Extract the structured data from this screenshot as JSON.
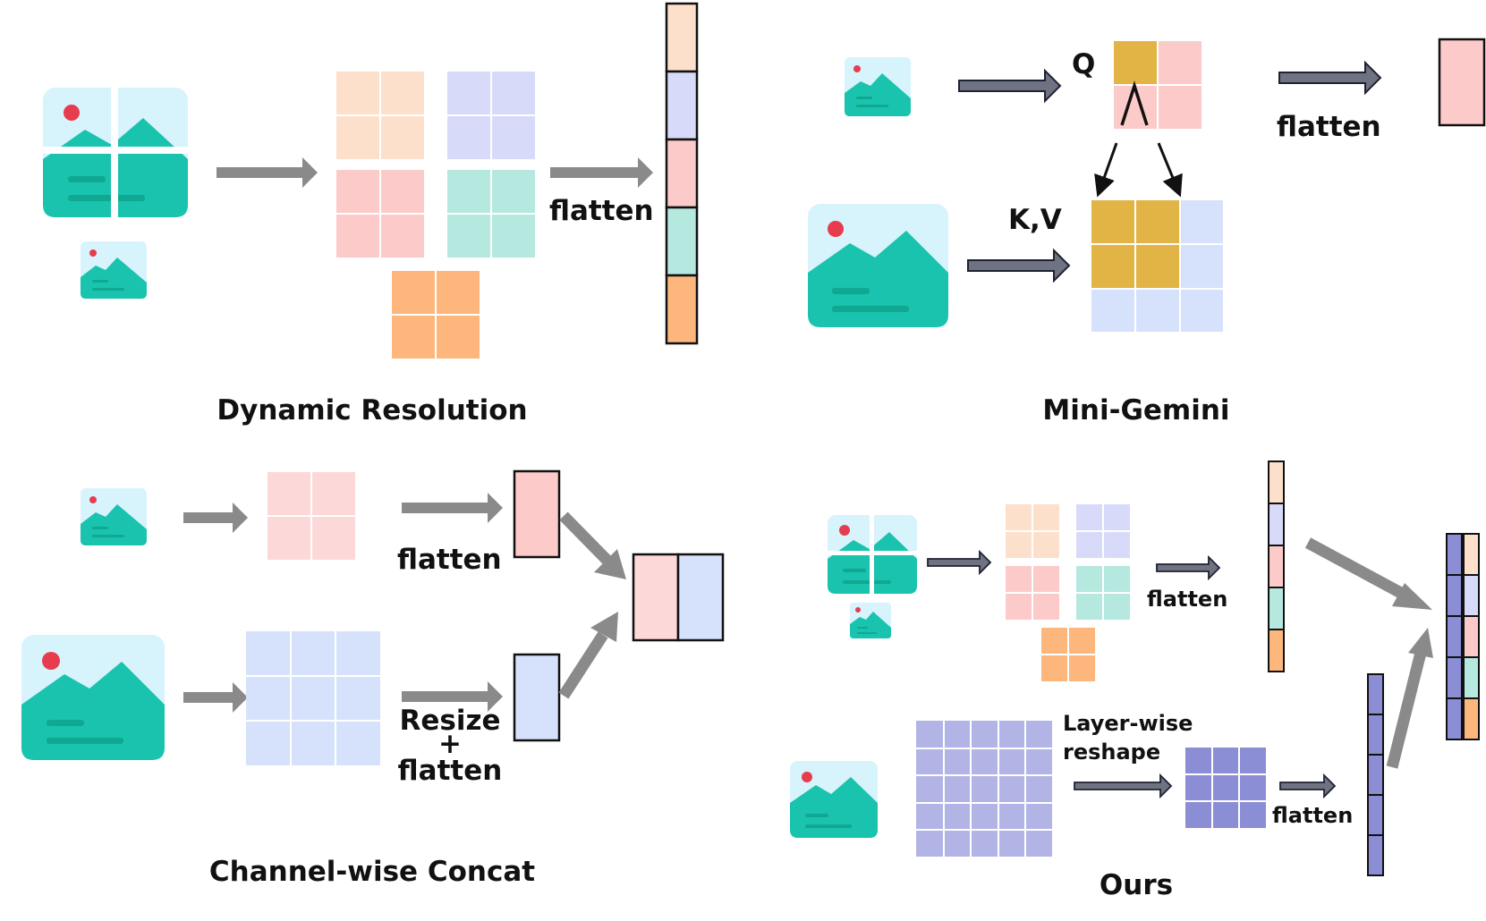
{
  "panels": {
    "dynamic_resolution": {
      "title": "Dynamic Resolution",
      "flatten": "flatten"
    },
    "mini_gemini": {
      "title": "Mini-Gemini",
      "query": "Q",
      "key_value": "K,V",
      "flatten": "flatten"
    },
    "channel_concat": {
      "title": "Channel-wise Concat",
      "flatten": "flatten",
      "resize_line1": "Resize",
      "resize_plus": "+",
      "resize_line2": "flatten"
    },
    "ours": {
      "title": "Ours",
      "flatten_a": "flatten",
      "layer_line1": "Layer-wise",
      "layer_line2": "reshape",
      "flatten_b": "flatten"
    }
  },
  "colors": {
    "peach": "#fde0cc",
    "lavender": "#d8dafa",
    "pink": "#fdcaca",
    "mint": "#b5e8df",
    "orange": "#fdb77c",
    "gold": "#e2b345",
    "light_blue": "#d6e2fb",
    "purple": "#b2b4e5",
    "deep_purple": "#8b8dd5",
    "image_sky": "#d7f3fc",
    "image_mountain": "#19c3ad",
    "image_sun": "#e63c4e",
    "arrow_gray": "#8a8a8a",
    "arrow_slate": "#6f7280"
  }
}
